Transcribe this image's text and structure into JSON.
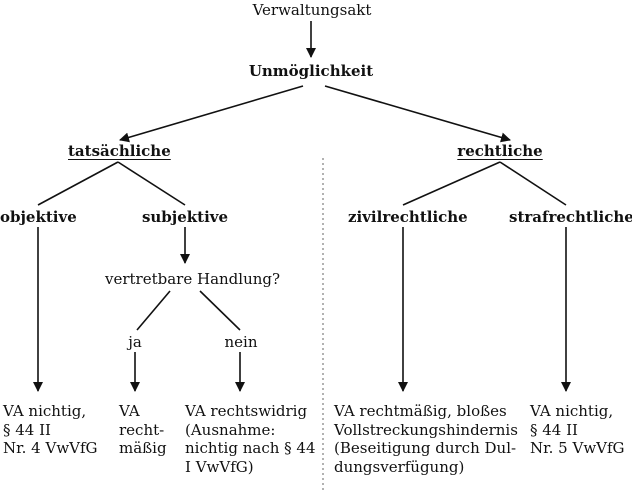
{
  "root": "Verwaltungsakt",
  "level1": "Unmöglichkeit",
  "branches": {
    "left": "tatsächliche",
    "right": "rechtliche"
  },
  "subbranches": {
    "objektive": "objektive",
    "subjektive": "subjektive",
    "zivil": "zivilrechtliche",
    "straf": "strafrechtliche"
  },
  "question": "vertretbare Handlung?",
  "answers": {
    "ja": "ja",
    "nein": "nein"
  },
  "outcomes": {
    "objektive": [
      "VA nichtig,",
      "§ 44 II",
      "Nr. 4 VwVfG"
    ],
    "ja": [
      "VA",
      "recht-",
      "mäßig"
    ],
    "nein": [
      "VA rechtswidrig",
      "(Ausnahme:",
      "nichtig nach § 44",
      "I VwVfG)"
    ],
    "zivil": [
      "VA rechtmäßig, bloßes",
      "Vollstreckungshindernis",
      "(Beseitigung durch Dul-",
      "dungsverfügung)"
    ],
    "straf": [
      "VA nichtig,",
      "§ 44 II",
      "Nr. 5 VwVfG"
    ]
  }
}
